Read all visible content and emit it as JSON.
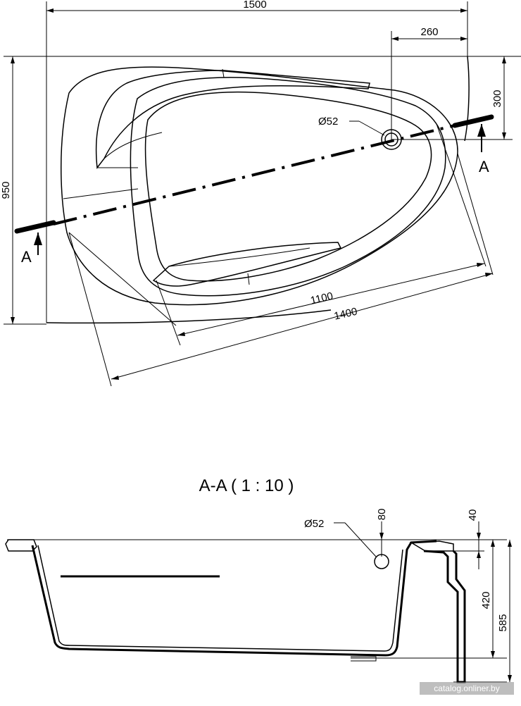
{
  "plan_view": {
    "dim_total_width": "1500",
    "dim_total_depth": "950",
    "dim_drain_offset_x": "260",
    "dim_drain_offset_y": "300",
    "dim_inner_length": "1100",
    "dim_outer_length": "1400",
    "drain_diameter": "Ø52",
    "section_marker_left": "A",
    "section_marker_right": "A"
  },
  "section_view": {
    "title": "A-A  ( 1 : 10 )",
    "drain_diameter": "Ø52",
    "dim_drain_height": "80",
    "dim_rim": "40",
    "dim_depth": "420",
    "dim_total_height": "585"
  },
  "watermark": "catalog.onliner.by"
}
